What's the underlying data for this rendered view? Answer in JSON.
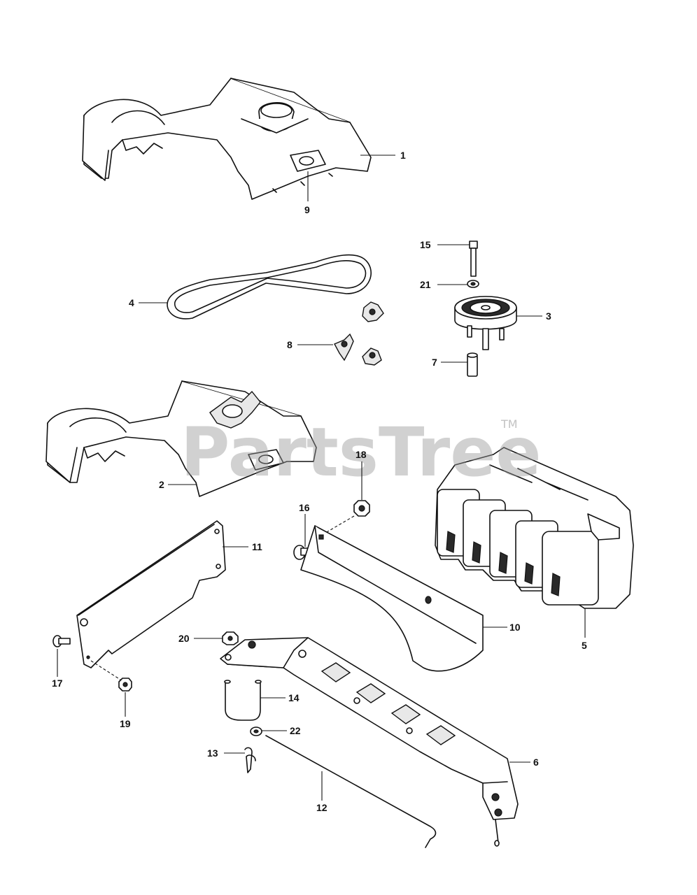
{
  "callouts": {
    "c1": "1",
    "c2": "2",
    "c3": "3",
    "c4": "4",
    "c5": "5",
    "c6": "6",
    "c7": "7",
    "c8": "8",
    "c9": "9",
    "c10": "10",
    "c11": "11",
    "c12": "12",
    "c13": "13",
    "c14": "14",
    "c15": "15",
    "c16": "16",
    "c17": "17",
    "c18": "18",
    "c19": "19",
    "c20": "20",
    "c21": "21",
    "c22": "22"
  },
  "watermark": {
    "text": "PartsTree",
    "tm": "TM"
  },
  "colors": {
    "line": "#111111",
    "watermark": "#9a9a9a",
    "background": "#ffffff"
  }
}
